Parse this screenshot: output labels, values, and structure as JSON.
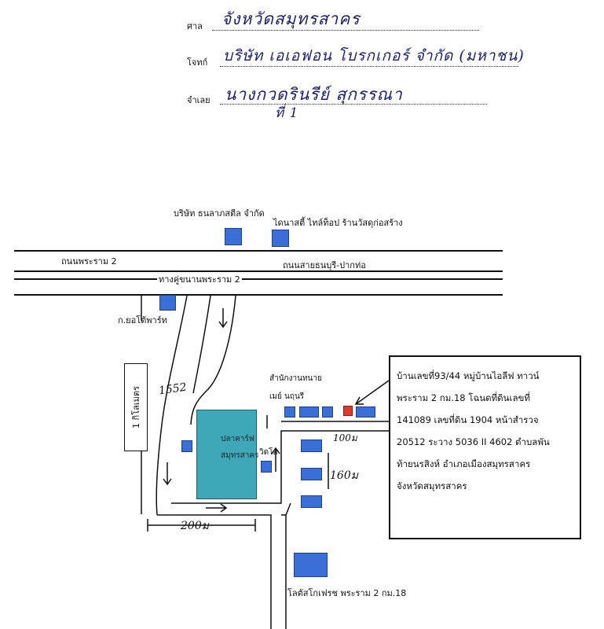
{
  "form": {
    "court_label": "ศาล",
    "court_value": "จังหวัดสมุทรสาคร",
    "plaintiff_label": "โจทก์",
    "plaintiff_value": "บริษัท เอเอฟอน โบรกเกอร์ จำกัด (มหาชน)",
    "defendant_label": "จำเลย",
    "defendant_value": "นางกวดรินรีย์ สุกรรณา",
    "defendant_value2": "ที่ 1"
  },
  "map": {
    "labels": {
      "company": "บริษัท ธนลาภสตีล จำกัด",
      "shop": "ไดนาสตี้ ไทล์ท็อป ร้านวัสดุก่อสร้าง",
      "road_rama2": "ถนนพระราม 2",
      "road_thonburi": "ถนนสายธนบุรี-ปากท่อ",
      "parallel_road": "ทางคู่ขนานพระราม 2",
      "autopart": "ก.ยอโต้พาร์ท",
      "one_km": "1 กิโลเมตร",
      "law_office_1": "สำนักงานทนาย",
      "law_office_2": "เมย์ นฤนรี",
      "plaza_1": "ปลาคาร์ฟ",
      "plaza_2": "สมุทรสาคร",
      "video": "วิดโอ",
      "lotus": "โลตัสโกเฟรช พระราม 2 กม.18"
    },
    "hand_numbers": {
      "dist_1": "1552",
      "dist_2": "200ม",
      "dist_3": "100ม",
      "dist_4": "160ม"
    },
    "info_box": [
      "บ้านเลขที่93/44 หมู่บ้านไอลีฟ ทาวน์",
      "พระราม 2 กม.18 โฉนดที่ดินเลขที่",
      "141089 เลขที่ดิน 1904 หน้าสำรวจ",
      "20512 ระวาง 5036 II 4602 ตำบลพัน",
      "ท้ายนรสิงห์ อำเภอเมืองสมุทรสาคร",
      "จังหวัดสมุทรสาคร"
    ],
    "colors": {
      "building": "#3b6fd8",
      "target": "#e03a2c",
      "plaza": "#3ea8b8",
      "handwriting": "#1a1f6e"
    }
  }
}
